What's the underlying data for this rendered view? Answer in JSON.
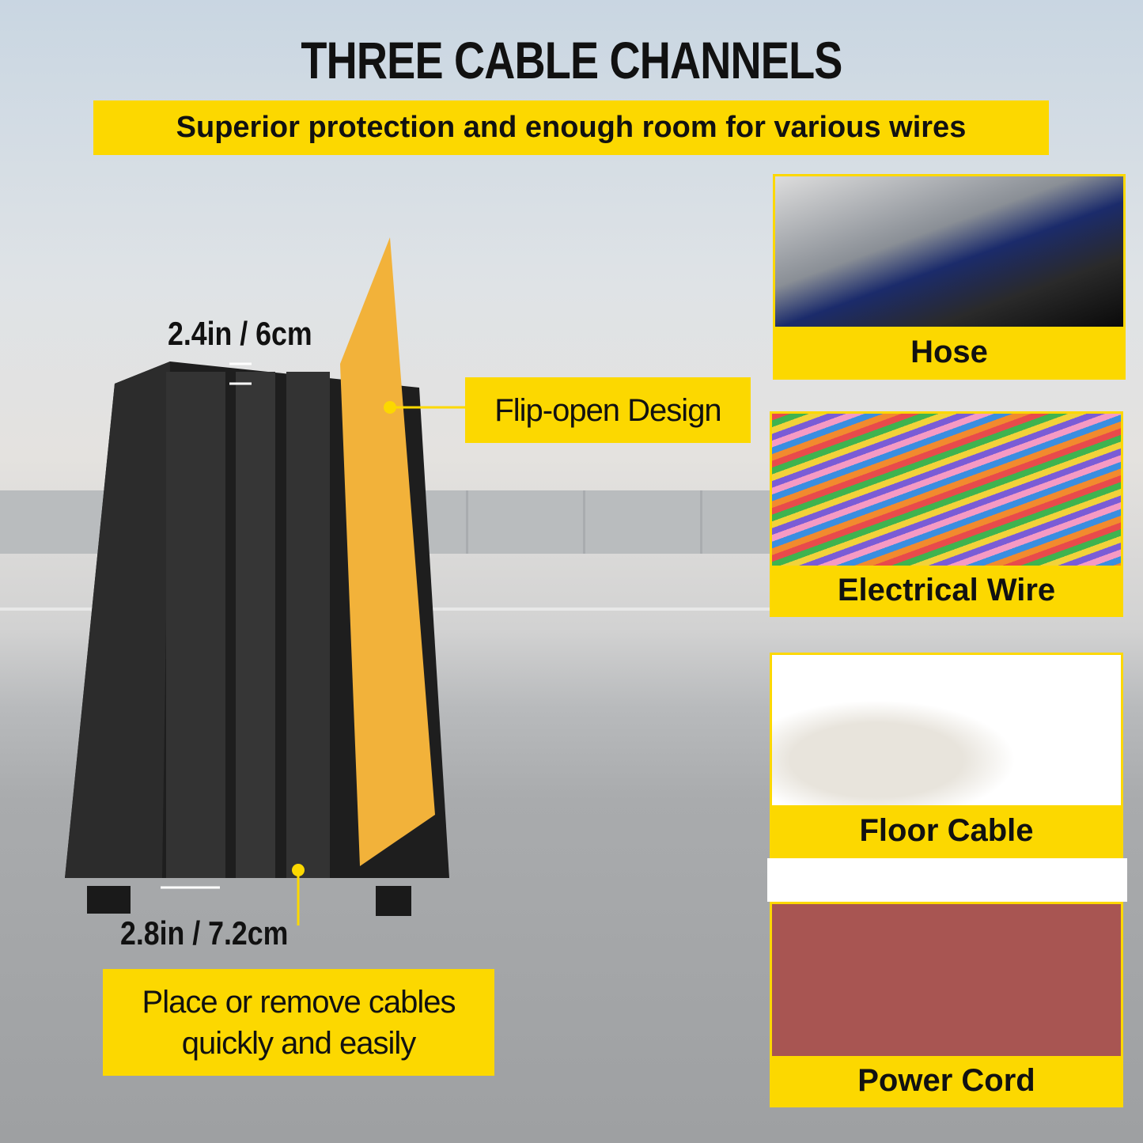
{
  "title": "THREE CABLE CHANNELS",
  "subtitle": "Superior protection and enough room for various wires",
  "dimensions": {
    "top": "2.4in / 6cm",
    "bottom": "2.8in / 7.2cm"
  },
  "callouts": {
    "flip": "Flip-open Design",
    "place": "Place or remove cables quickly and easily"
  },
  "panels": [
    {
      "label": "Hose"
    },
    {
      "label": "Electrical Wire"
    },
    {
      "label": "Floor Cable"
    },
    {
      "label": "Power Cord"
    }
  ],
  "colors": {
    "accent": "#fcd800",
    "product": "#222222",
    "lid": "#f2b23a",
    "power_cord_swatch": "#a85552"
  }
}
